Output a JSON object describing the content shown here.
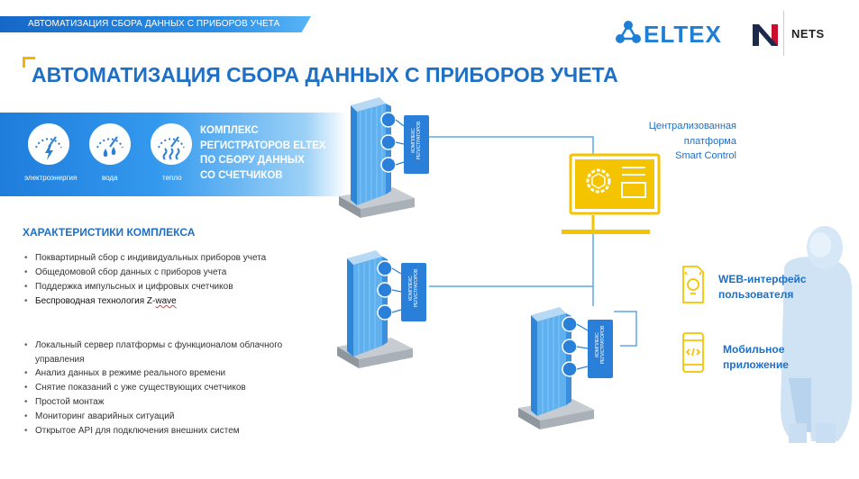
{
  "banner": {
    "text": "АВТОМАТИЗАЦИЯ  СБОРА ДАННЫХ С ПРИБОРОВ УЧЕТА"
  },
  "title": "АВТОМАТИЗАЦИЯ СБОРА ДАННЫХ С ПРИБОРОВ УЧЕТА",
  "logos": {
    "eltex": "ELTEX",
    "nets": "NETS"
  },
  "meters": [
    {
      "label": "электроэнергия",
      "icon": "lightning-icon"
    },
    {
      "label": "вода",
      "icon": "water-drops-icon"
    },
    {
      "label": "тепло",
      "icon": "heat-waves-icon"
    }
  ],
  "complex_text": [
    "КОМПЛЕКС",
    "РЕГИСТРАТОРОВ  ELTEX",
    "ПО СБОРУ ДАННЫХ",
    "СО СЧЕТЧИКОВ"
  ],
  "characteristics": {
    "heading": "ХАРАКТЕРИСТИКИ КОМПЛЕКСА",
    "group1": [
      "Поквартирный сбор с индивидуальных приборов учета",
      "Общедомовой сбор данных с приборов учета",
      "Поддержка импульсных и цифровых счетчиков"
    ],
    "wireless_prefix": "Беспроводная технология Z-",
    "wireless_suffix": "wave",
    "group2": [
      "Локальный сервер платформы с функционалом  облачного управления",
      "Анализ данных в режиме реального времени",
      "Снятие показаний с уже существующих счетчиков",
      "Простой монтаж",
      "Мониторинг аварийных ситуаций",
      "Открытое API для подключения внешних систем"
    ]
  },
  "platform": [
    "Централизованная",
    "платформа",
    "Smart Control"
  ],
  "building_badge": [
    "КОМПЛЕКС",
    "РЕГИСТРАТОРОВ"
  ],
  "web_interface": [
    "WEB-интерфейс",
    "пользователя"
  ],
  "mobile_app": [
    "Мобильное",
    "приложение"
  ],
  "colors": {
    "brand_blue": "#1e6fc6",
    "accent_yellow": "#f5c400",
    "building_blue": "#4a9fe0"
  }
}
